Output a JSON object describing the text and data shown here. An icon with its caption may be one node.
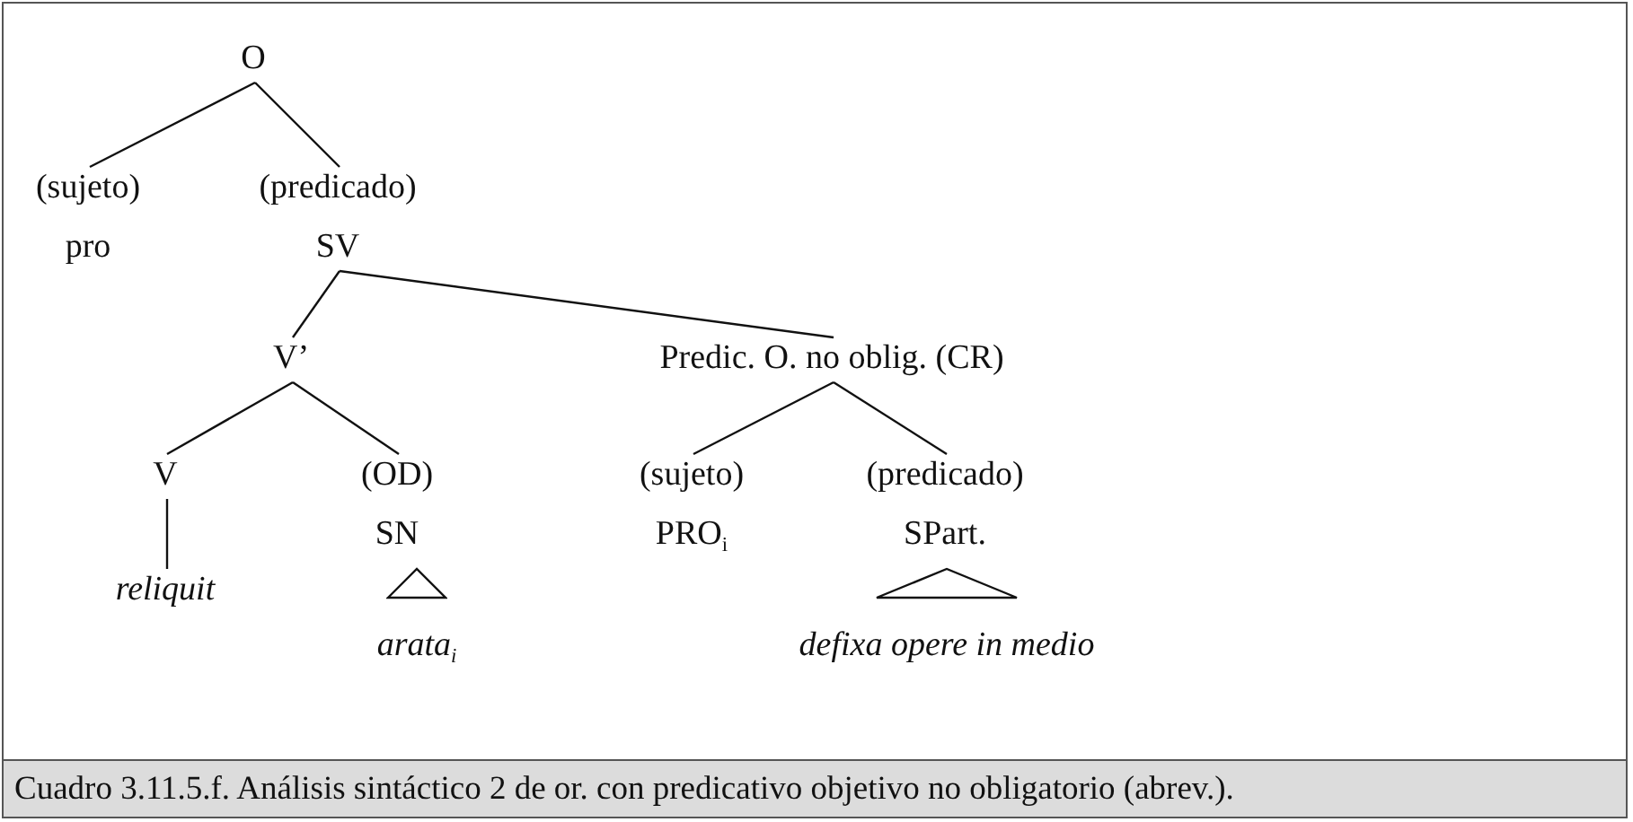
{
  "diagram": {
    "caption": "Cuadro 3.11.5.f. Análisis sintáctico 2 de or. con predicativo objetivo no obligatorio (abrev.).",
    "nodes": [
      {
        "text": [
          "O"
        ]
      },
      {
        "text": [
          "(sujeto)",
          "pro"
        ]
      },
      {
        "text": [
          "(predicado)",
          "SV"
        ]
      },
      {
        "text": [
          "V’"
        ]
      },
      {
        "text": [
          "Predic. O. no oblig. (CR)"
        ]
      },
      {
        "text": [
          "V"
        ]
      },
      {
        "text": [
          "(OD)",
          "SN"
        ]
      },
      {
        "text": [
          "(sujeto)",
          "PRO$_{i}$"
        ]
      },
      {
        "text": [
          "(predicado)",
          "SPart."
        ]
      },
      {
        "text": [
          "reliquit"
        ]
      },
      {
        "text": [],
        "shape": "triangle"
      },
      {
        "text": [
          "arata$_{i}$"
        ]
      },
      {
        "text": [],
        "shape": "triangle"
      },
      {
        "text": [
          "defixa opere in medio"
        ]
      }
    ],
    "edges": [
      {
        "from": 0,
        "to": 1,
        "arrow": "none"
      },
      {
        "from": 0,
        "to": 2,
        "arrow": "none"
      },
      {
        "from": 2,
        "to": 3,
        "arrow": "none"
      },
      {
        "from": 2,
        "to": 4,
        "arrow": "none"
      },
      {
        "from": 3,
        "to": 5,
        "arrow": "none"
      },
      {
        "from": 3,
        "to": 6,
        "arrow": "none"
      },
      {
        "from": 4,
        "to": 7,
        "arrow": "none"
      },
      {
        "from": 4,
        "to": 8,
        "arrow": "none"
      },
      {
        "from": 5,
        "to": 9,
        "arrow": "none"
      }
    ]
  }
}
